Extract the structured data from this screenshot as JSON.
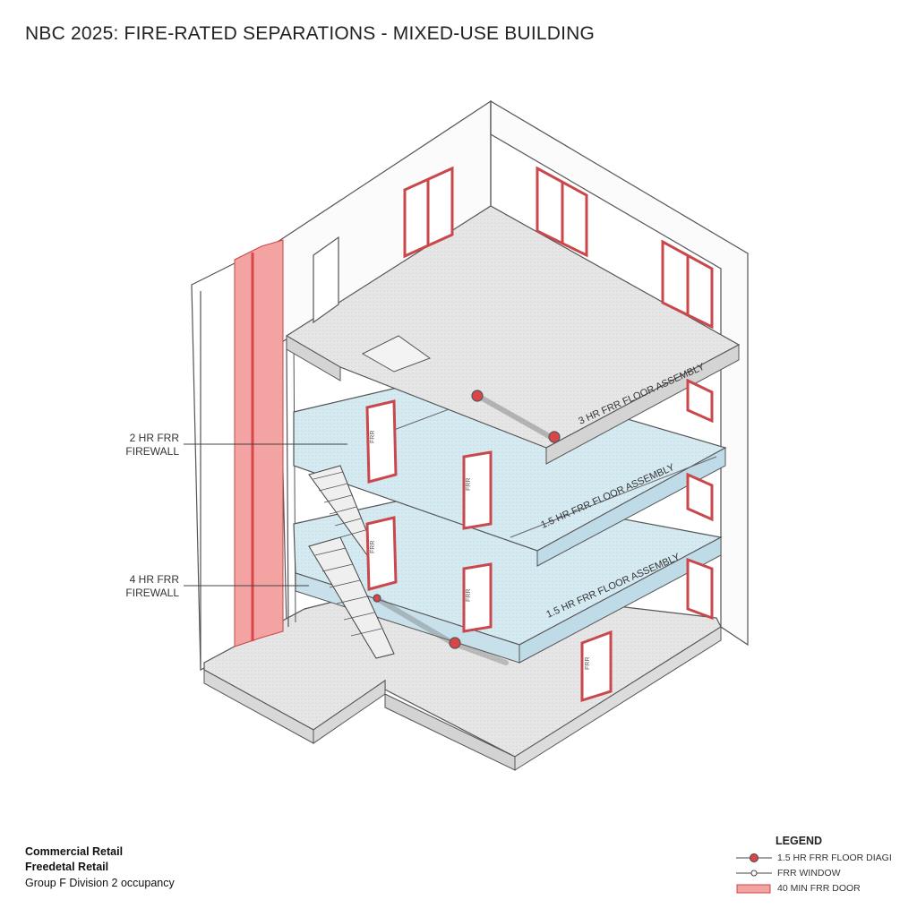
{
  "title": "NBC 2025: FIRE-RATED SEPARATIONS - MIXED-USE BUILDING",
  "callouts": {
    "upper": [
      "2 HR FRR",
      "FIREWALL"
    ],
    "lower": [
      "4 HR FRR",
      "FIREWALL"
    ]
  },
  "floor_labels": [
    "3 HR FRR FLOOR ASSEMBLY",
    "1.5 HR FRR FLOOR ASSEMBLY",
    "1.5 HR FRR FLOOR ASSEMBLY"
  ],
  "door_label": "FRR",
  "occupancy": {
    "line1": "Commercial Retail",
    "line2": "Freedetal Retail",
    "line3": "Group F Division 2 occupancy"
  },
  "legend": {
    "title": "LEGEND",
    "items": [
      {
        "symbol": "damper",
        "label": "1.5 HR FRR FLOOR DIAGI"
      },
      {
        "symbol": "window",
        "label": "FRR WINDOW"
      },
      {
        "symbol": "door",
        "label": "40 MIN FRR DOOR"
      }
    ]
  },
  "colors": {
    "fire_red": "#d8464a",
    "firewall_fill": "#f4a3a3",
    "slab_blue": "#d5e9f1",
    "slab_grey": "#e4e4e4",
    "line": "#444444"
  }
}
